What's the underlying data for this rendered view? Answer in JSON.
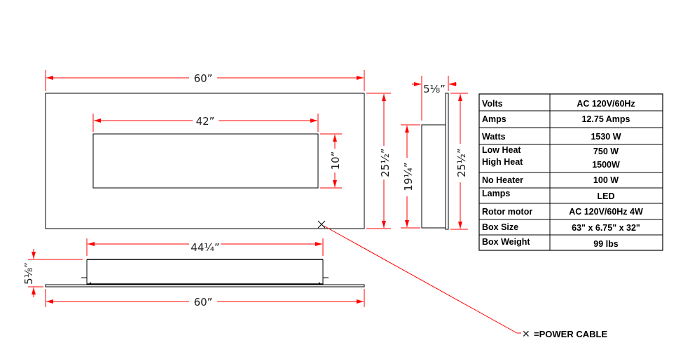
{
  "dimensions": {
    "front_width": "60”",
    "opening_width": "42”",
    "opening_height": "10”",
    "front_height": "25½”",
    "side_depth": "5⅛”",
    "side_box_height": "19¼”",
    "side_height": "25½”",
    "bottom_box_width": "44¼”",
    "bottom_depth": "5⅛”",
    "bottom_width": "60”"
  },
  "legend": {
    "symbol": "✕",
    "label": "=POWER CABLE"
  },
  "specs": [
    {
      "label": "Volts",
      "value": "AC 120V/60Hz"
    },
    {
      "label": "Amps",
      "value": "12.75 Amps"
    },
    {
      "label": "Watts",
      "value": "1530 W"
    },
    {
      "label": "Low Heat",
      "value": "750 W",
      "label2": "High Heat",
      "value2": "1500W"
    },
    {
      "label": "No Heater",
      "value": "100 W"
    },
    {
      "label": "Lamps",
      "value": "LED"
    },
    {
      "label": "Rotor motor",
      "value": "AC 120V/60Hz 4W"
    },
    {
      "label": "Box  Size",
      "value": "63\" x 6.75\" x 32\""
    },
    {
      "label": "Box  Weight",
      "value": "99 lbs"
    }
  ],
  "colors": {
    "dimension": "#ff0000",
    "outline": "#000000"
  }
}
